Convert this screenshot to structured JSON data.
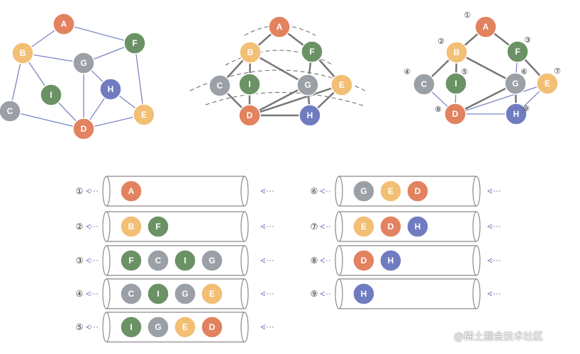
{
  "colors": {
    "orange": "#e2825f",
    "yellow": "#f2bf74",
    "green": "#6b9265",
    "gray": "#9aa0a6",
    "blue": "#6f7cc0",
    "edge": "#7b86c4",
    "edge_dark": "#777777"
  },
  "nodes": {
    "A": {
      "label": "A",
      "color": "orange"
    },
    "B": {
      "label": "B",
      "color": "yellow"
    },
    "C": {
      "label": "C",
      "color": "gray"
    },
    "D": {
      "label": "D",
      "color": "orange"
    },
    "E": {
      "label": "E",
      "color": "yellow"
    },
    "F": {
      "label": "F",
      "color": "green"
    },
    "G": {
      "label": "G",
      "color": "gray"
    },
    "H": {
      "label": "H",
      "color": "blue"
    },
    "I": {
      "label": "I",
      "color": "green"
    }
  },
  "edges": [
    [
      "A",
      "B"
    ],
    [
      "A",
      "F"
    ],
    [
      "B",
      "C"
    ],
    [
      "B",
      "I"
    ],
    [
      "B",
      "G"
    ],
    [
      "C",
      "D"
    ],
    [
      "I",
      "D"
    ],
    [
      "G",
      "D"
    ],
    [
      "G",
      "H"
    ],
    [
      "G",
      "F"
    ],
    [
      "F",
      "E"
    ],
    [
      "H",
      "E"
    ],
    [
      "D",
      "E"
    ],
    [
      "D",
      "H"
    ]
  ],
  "order_marks": {
    "A": "①",
    "B": "②",
    "F": "③",
    "C": "④",
    "I": "⑤",
    "G": "⑥",
    "E": "⑦",
    "D": "⑧",
    "H": "⑨"
  },
  "queue_steps": [
    {
      "mark": "①",
      "items": [
        "A"
      ]
    },
    {
      "mark": "②",
      "items": [
        "B",
        "F"
      ]
    },
    {
      "mark": "③",
      "items": [
        "F",
        "C",
        "I",
        "G"
      ]
    },
    {
      "mark": "④",
      "items": [
        "C",
        "I",
        "G",
        "E"
      ]
    },
    {
      "mark": "⑤",
      "items": [
        "I",
        "G",
        "E",
        "D"
      ]
    },
    {
      "mark": "⑥",
      "items": [
        "G",
        "E",
        "D"
      ]
    },
    {
      "mark": "⑦",
      "items": [
        "E",
        "D",
        "H"
      ]
    },
    {
      "mark": "⑧",
      "items": [
        "D",
        "H"
      ]
    },
    {
      "mark": "⑨",
      "items": [
        "H"
      ]
    }
  ],
  "watermark": "@稀土掘金技术社区"
}
